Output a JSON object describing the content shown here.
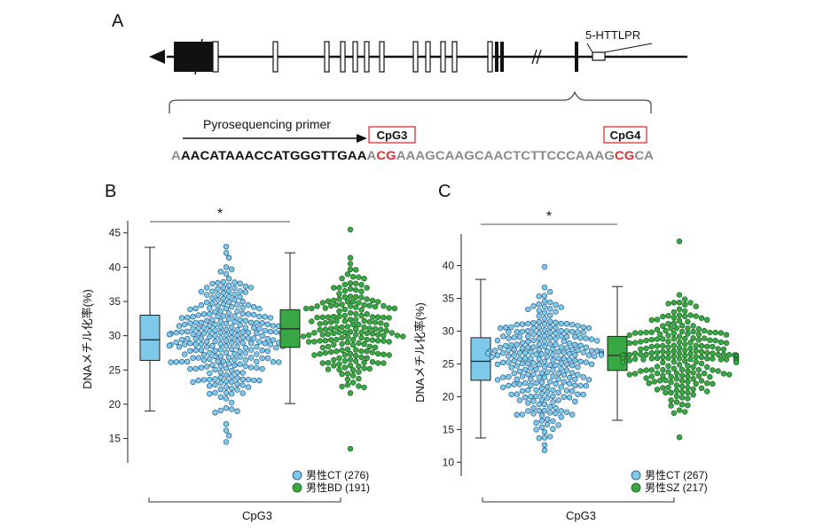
{
  "colors": {
    "ct": "#7ec8ea",
    "ct_stroke": "#1f4e79",
    "case": "#3aa745",
    "case_stroke": "#175a1f",
    "red": "#e03030",
    "gray": "#8a8a8a",
    "black": "#111111"
  },
  "panel_a": {
    "label": "A",
    "promoter_label": "5-HTTLPR",
    "primer_label": "Pyrosequencing primer",
    "cpg3_label": "CpG3",
    "cpg4_label": "CpG4",
    "sequence": [
      {
        "text": "A",
        "color": "gray"
      },
      {
        "text": "AACATAAACCATGGGTTGAA",
        "color": "black"
      },
      {
        "text": "A",
        "color": "gray"
      },
      {
        "text": "CG",
        "color": "red"
      },
      {
        "text": "AAAGCAAGCAACTCTTCCCAAAG",
        "color": "gray"
      },
      {
        "text": "CG",
        "color": "red"
      },
      {
        "text": "CA",
        "color": "gray"
      }
    ]
  },
  "chart_data": [
    {
      "type": "box+beeswarm",
      "panel": "B",
      "ylabel": "DNAメチル化率(%)",
      "xlabel": "CpG3",
      "ylim": [
        13,
        46
      ],
      "yticks": [
        15,
        20,
        25,
        30,
        35,
        40,
        45
      ],
      "significance": "*",
      "legend_position": "bottom-right",
      "series": [
        {
          "name": "男性CT (276)",
          "n": 276,
          "min": 19.0,
          "q1": 26.4,
          "median": 29.4,
          "q3": 33.0,
          "max": 42.9,
          "swarm_min": 14.5,
          "swarm_max": 43.0,
          "color_key": "ct"
        },
        {
          "name": "男性BD (191)",
          "n": 191,
          "min": 20.1,
          "q1": 28.3,
          "median": 31.0,
          "q3": 33.8,
          "max": 42.1,
          "swarm_min": 13.5,
          "swarm_max": 45.5,
          "color_key": "case"
        }
      ]
    },
    {
      "type": "box+beeswarm",
      "panel": "C",
      "ylabel": "DNAメチル化率(%)",
      "xlabel": "CpG3",
      "ylim": [
        9.5,
        44
      ],
      "yticks": [
        10,
        15,
        20,
        25,
        30,
        35,
        40
      ],
      "significance": "*",
      "legend_position": "bottom-right",
      "series": [
        {
          "name": "男性CT (267)",
          "n": 267,
          "min": 13.7,
          "q1": 22.5,
          "median": 25.4,
          "q3": 29.0,
          "max": 37.9,
          "swarm_min": 11.8,
          "swarm_max": 39.8,
          "color_key": "ct"
        },
        {
          "name": "男性SZ (217)",
          "n": 217,
          "min": 16.4,
          "q1": 24.0,
          "median": 26.3,
          "q3": 29.2,
          "max": 36.8,
          "swarm_min": 13.8,
          "swarm_max": 43.7,
          "color_key": "case"
        }
      ]
    }
  ]
}
